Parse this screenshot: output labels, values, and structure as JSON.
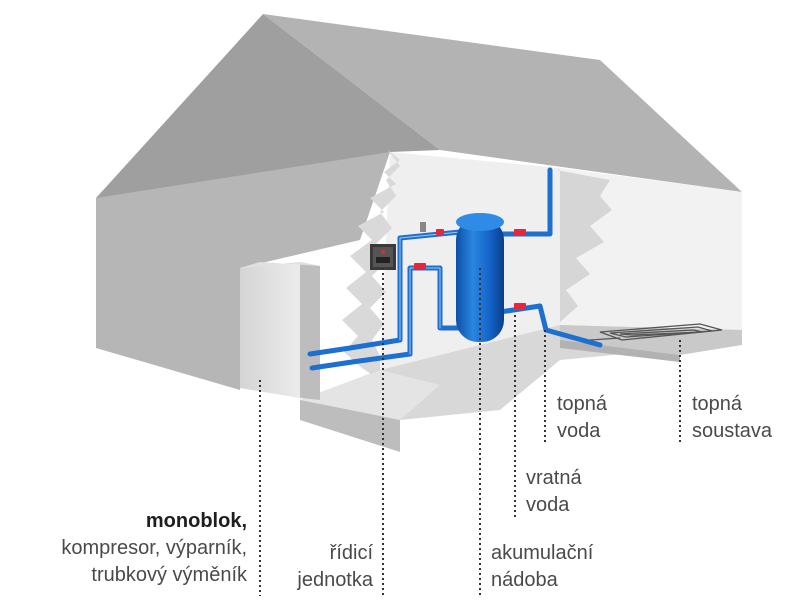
{
  "labels": {
    "monoblok": {
      "title": "monoblok",
      "title_suffix": ",",
      "line2": "kompresor, výparník,",
      "line3": "trubkový výměník"
    },
    "ridici": {
      "line1": "řídicí",
      "line2": "jednotka"
    },
    "akumulacni": {
      "line1": "akumulační",
      "line2": "nádoba"
    },
    "vratna": {
      "line1": "vratná",
      "line2": "voda"
    },
    "topna_voda": {
      "line1": "topná",
      "line2": "voda"
    },
    "topna_soustava": {
      "line1": "topná",
      "line2": "soustava"
    }
  },
  "colors": {
    "pipe": "#1d6fd0",
    "tank": "#1463c9",
    "valve": "#e6263a",
    "wall_light": "#eeeeee",
    "wall_shade": "#b9b9b9",
    "roof": "#a9a9a9",
    "leader": "#333333"
  }
}
